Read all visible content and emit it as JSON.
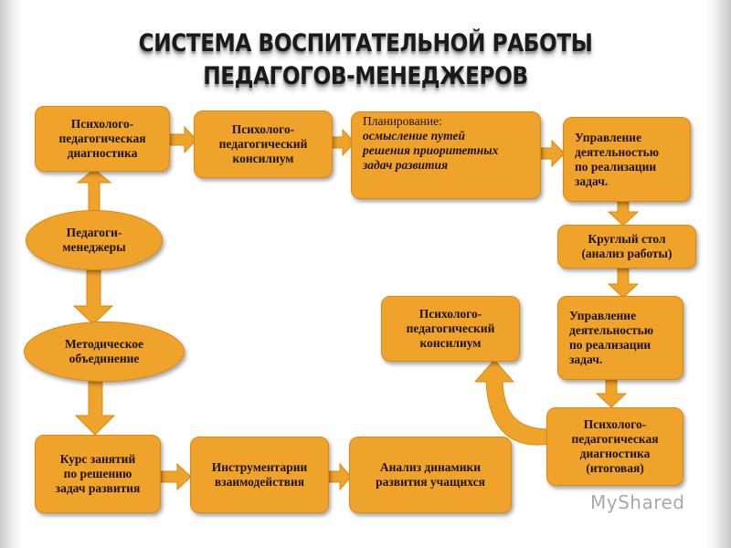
{
  "title": {
    "line1": "СИСТЕМА ВОСПИТАТЕЛЬНОЙ РАБОТЫ",
    "line2": "ПЕДАГОГОВ-МЕНЕДЖЕРОВ"
  },
  "nodes": {
    "diag_start": "Психолого-\nпедагогическая\nдиагностика",
    "consilium_1": "Психолого-\nпедагогический\nконсилиум",
    "planning_head": "Планирование:",
    "planning_body": "осмысление путей\nрешения приоритетных\nзадач развития",
    "manage_1": "Управление\nдеятельностью\nпо реализации\nзадач.",
    "round_table": "Круглый стол\n(анализ работы)",
    "manage_2": "Управление\nдеятельностью\nпо реализации\nзадач.",
    "diag_final": "Психолого-\nпедагогическая\nдиагностика\n(итоговая)",
    "consilium_2": "Психолого-\nпедагогический\nконсилиум",
    "teachers": "Педагоги-\nменеджеры",
    "method": "Методическое\nобъединение",
    "course": "Курс занятий\nпо решению\nзадач развития",
    "tools": "Инструментарии\nвзаимодействия",
    "analysis": "Анализ динамики\nразвития учащихся"
  },
  "watermark": "MyShared",
  "colors": {
    "box_fill": "#f0a32b",
    "box_border": "#d98a14",
    "arrow_fill": "#f0a32b",
    "arrow_stroke": "#d98a14"
  }
}
